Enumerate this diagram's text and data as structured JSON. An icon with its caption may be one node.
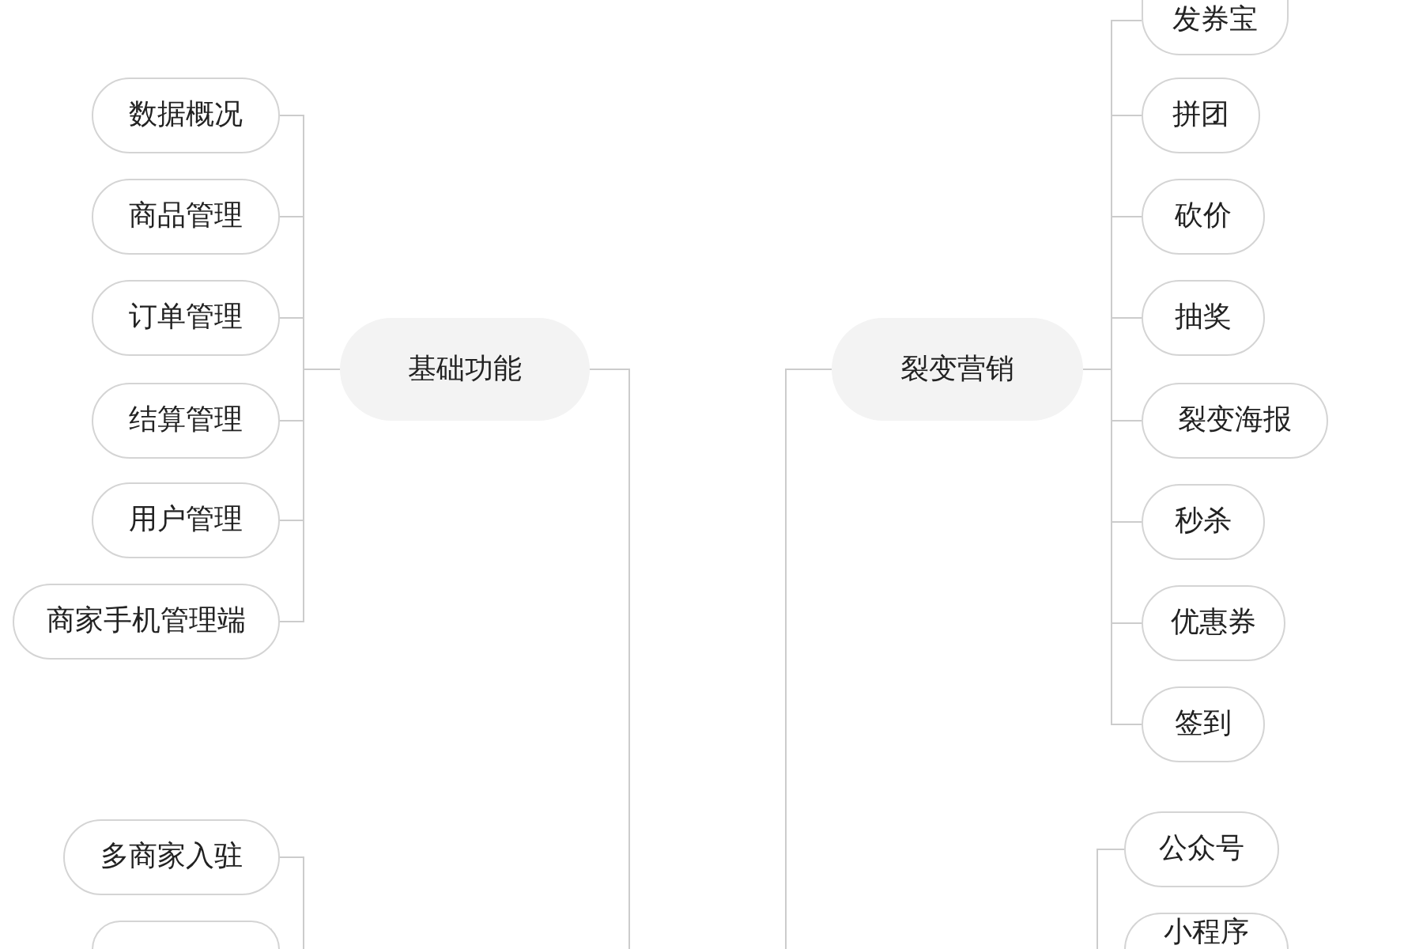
{
  "diagram": {
    "nodes": [
      {
        "text": [
          "数据概况"
        ]
      },
      {
        "text": [
          "商品管理"
        ]
      },
      {
        "text": [
          "订单管理"
        ]
      },
      {
        "text": [
          "结算管理"
        ]
      },
      {
        "text": [
          "用户管理"
        ]
      },
      {
        "text": [
          "商家手机管理端"
        ]
      },
      {
        "text": [
          "基础功能"
        ]
      },
      {
        "text": [
          "裂变营销"
        ]
      },
      {
        "text": [
          "发券宝"
        ]
      },
      {
        "text": [
          "拼团"
        ]
      },
      {
        "text": [
          "砍价"
        ]
      },
      {
        "text": [
          "抽奖"
        ]
      },
      {
        "text": [
          "裂变海报"
        ]
      },
      {
        "text": [
          "秒杀"
        ]
      },
      {
        "text": [
          "优惠券"
        ]
      },
      {
        "text": [
          "签到"
        ]
      },
      {
        "text": [
          "多商家入驻"
        ]
      },
      {
        "text": [],
        "shape": "box"
      },
      {
        "text": [
          "公众号"
        ]
      },
      {
        "text": [
          "小程序"
        ]
      }
    ],
    "edges": [
      {
        "from": 6,
        "to": 0,
        "arrow": "none"
      },
      {
        "from": 6,
        "to": 1,
        "arrow": "none"
      },
      {
        "from": 6,
        "to": 2,
        "arrow": "none"
      },
      {
        "from": 6,
        "to": 3,
        "arrow": "none"
      },
      {
        "from": 6,
        "to": 4,
        "arrow": "none"
      },
      {
        "from": 6,
        "to": 5,
        "arrow": "none"
      },
      {
        "from": 7,
        "to": 8,
        "arrow": "none"
      },
      {
        "from": 7,
        "to": 9,
        "arrow": "none"
      },
      {
        "from": 7,
        "to": 10,
        "arrow": "none"
      },
      {
        "from": 7,
        "to": 11,
        "arrow": "none"
      },
      {
        "from": 7,
        "to": 12,
        "arrow": "none"
      },
      {
        "from": 7,
        "to": 13,
        "arrow": "none"
      },
      {
        "from": 7,
        "to": 14,
        "arrow": "none"
      },
      {
        "from": 7,
        "to": 15,
        "arrow": "none"
      },
      {
        "from": null,
        "to": 6,
        "arrow": "none"
      },
      {
        "from": null,
        "to": 7,
        "arrow": "none"
      },
      {
        "from": null,
        "to": 16,
        "arrow": "none"
      },
      {
        "from": null,
        "to": 18,
        "arrow": "none"
      }
    ]
  }
}
